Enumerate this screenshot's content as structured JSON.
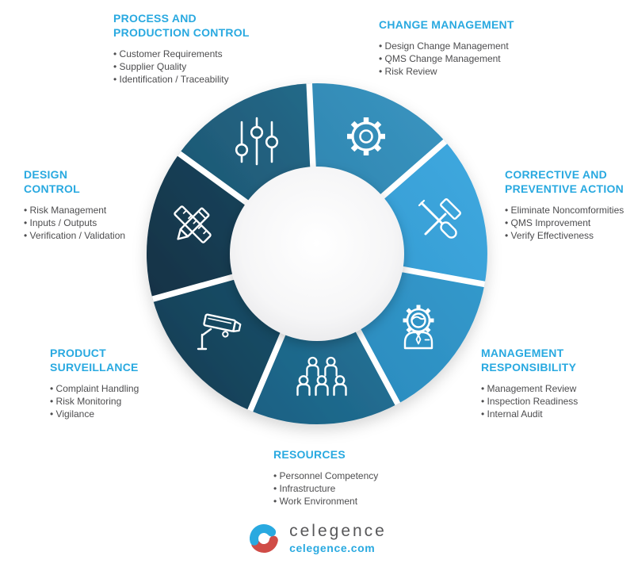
{
  "palette": {
    "heading_blue": "#29a9e0",
    "body_text": "#4d4d4f",
    "icon_stroke": "#ffffff"
  },
  "sections": [
    {
      "id": "process-production-control",
      "title_lines": [
        "PROCESS AND",
        "PRODUCTION CONTROL"
      ],
      "items": [
        "Customer Requirements",
        "Supplier Quality",
        "Identification / Traceability"
      ],
      "icon": "sliders-icon",
      "gradient": [
        "#16465f",
        "#2a7698"
      ],
      "icon_fill": "#1e5a74"
    },
    {
      "id": "change-management",
      "title_lines": [
        "CHANGE MANAGEMENT"
      ],
      "items": [
        "Design Change Management",
        "QMS Change Management",
        "Risk Review"
      ],
      "icon": "gear-icon",
      "gradient": [
        "#20719a",
        "#3b96c2"
      ]
    },
    {
      "id": "corrective-preventive-action",
      "title_lines": [
        "CORRECTIVE AND",
        "PREVENTIVE ACTION"
      ],
      "items": [
        "Eliminate Noncomformities",
        "QMS Improvement",
        "Verify Effectiveness"
      ],
      "icon": "tools-icon",
      "gradient": [
        "#2b8ec4",
        "#3fa9e0"
      ]
    },
    {
      "id": "management-responsibility",
      "title_lines": [
        "MANAGEMENT",
        "RESPONSIBILITY"
      ],
      "items": [
        "Management Review",
        "Inspection Readiness",
        "Internal Audit"
      ],
      "icon": "person-gear-icon",
      "gradient": [
        "#2380b2",
        "#38a0d3"
      ],
      "icon_fill": "#2e93c6"
    },
    {
      "id": "resources",
      "title_lines": [
        "RESOURCES"
      ],
      "items": [
        "Personnel Competency",
        "Infrastructure",
        "Work Environment"
      ],
      "icon": "people-icon",
      "gradient": [
        "#175a7c",
        "#2f87ad"
      ]
    },
    {
      "id": "product-surveillance",
      "title_lines": [
        "PRODUCT",
        "SURVEILLANCE"
      ],
      "items": [
        "Complaint Handling",
        "Risk Monitoring",
        "Vigilance"
      ],
      "icon": "camera-icon",
      "gradient": [
        "#133c52",
        "#236e90"
      ]
    },
    {
      "id": "design-control",
      "title_lines": [
        "DESIGN",
        "CONTROL"
      ],
      "items": [
        "Risk Management",
        "Inputs / Outputs",
        "Verification / Validation"
      ],
      "icon": "ruler-pencil-icon",
      "gradient": [
        "#102c3e",
        "#1d5a78"
      ]
    }
  ],
  "logo": {
    "name": "celegence",
    "url": "celegence.com",
    "blue": "#29a9e0",
    "red": "#d04c47",
    "text_color": "#58585a"
  }
}
